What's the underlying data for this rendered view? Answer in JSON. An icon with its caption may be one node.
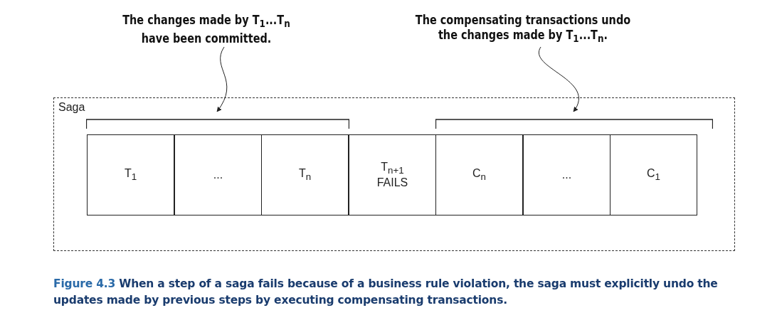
{
  "diagram": {
    "caption": "**Figure 4.3** When a step of a saga fails because of a business rule violation, the saga must explicitly undo the updates made by previous steps by executing compensating transactions.",
    "nodes": [
      {
        "text": [
          "Saga"
        ]
      },
      {
        "text": [
          "T$_{1}$"
        ],
        "in": 0
      },
      {
        "text": [
          "..."
        ],
        "in": 0
      },
      {
        "text": [
          "T$_{n}$"
        ],
        "in": 0
      },
      {
        "text": [
          "T$_{n+1}$ FAILS"
        ],
        "in": 0
      },
      {
        "text": [
          "C$_{n}$"
        ],
        "in": 0
      },
      {
        "text": [
          "..."
        ],
        "in": 0
      },
      {
        "text": [
          "C$_{1}$"
        ],
        "in": 0
      },
      {
        "text": [
          "The changes made by T$_{1}$...T$_{n}$ have been committed."
        ]
      },
      {
        "text": [
          "The compensating transactions undo the changes made by T$_{1}$...T$_{n}$."
        ]
      },
      {
        "text": [],
        "shape": "bracket",
        "in": 0
      },
      {
        "text": [],
        "shape": "bracket",
        "in": 0
      }
    ],
    "edges": [
      {
        "from": 8,
        "to": 10,
        "arrow": "to"
      },
      {
        "from": 9,
        "to": 11,
        "arrow": "to"
      }
    ]
  }
}
